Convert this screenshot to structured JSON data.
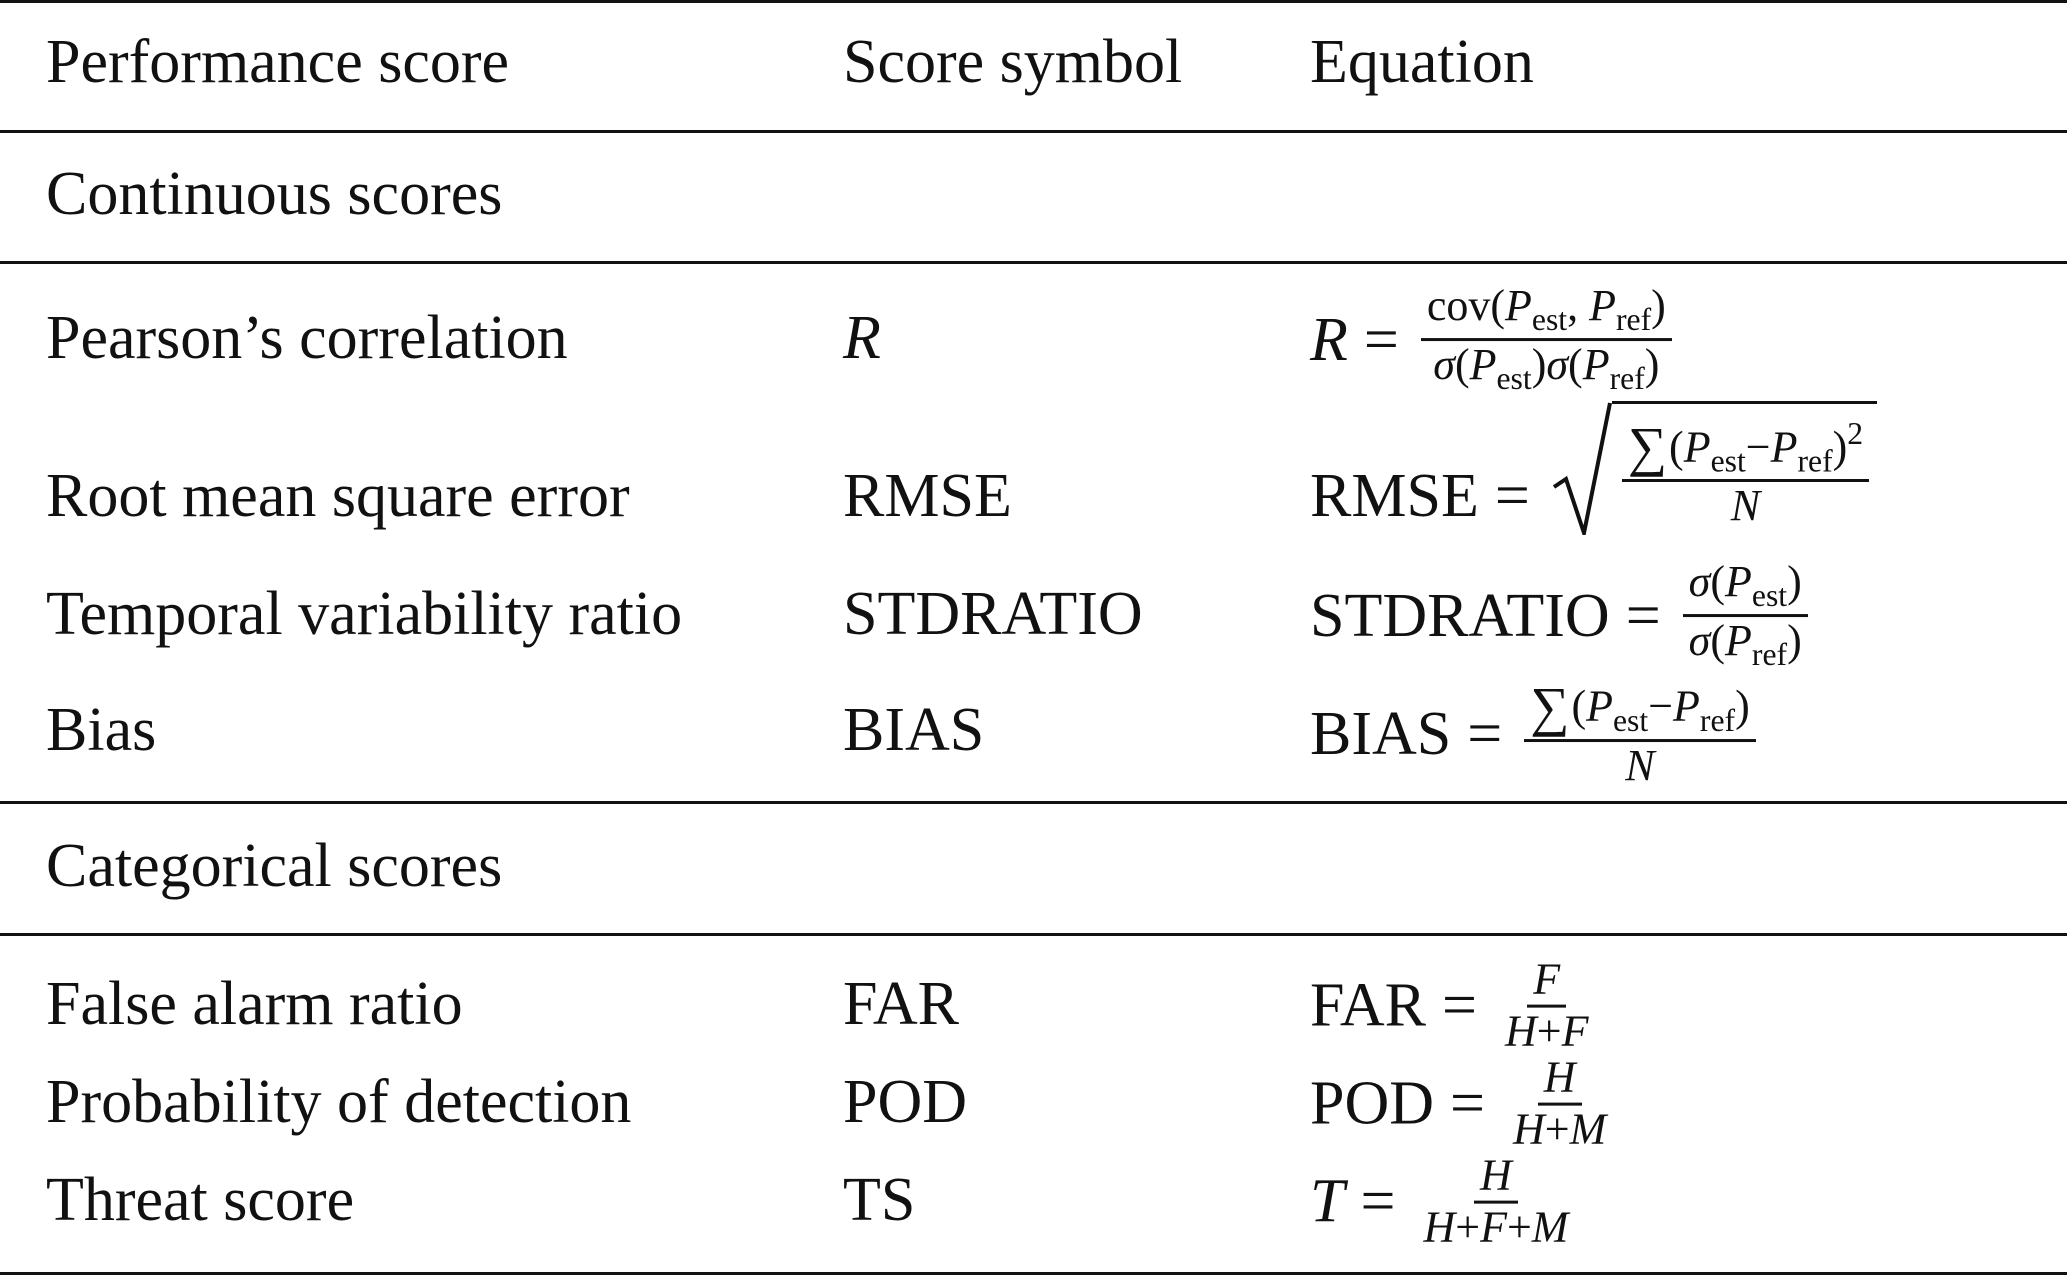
{
  "table": {
    "headers": [
      "Performance score",
      "Score symbol",
      "Equation"
    ],
    "sections": [
      {
        "title": "Continuous scores",
        "rows": [
          {
            "name": "Pearson’s correlation",
            "symbol": "R",
            "equation": {
              "lhs": "R",
              "rel": "=",
              "num": "cov(P_est, P_ref)",
              "den": "σ(P_est)σ(P_ref)"
            }
          },
          {
            "name": "Root mean square error",
            "symbol": "RMSE",
            "equation": {
              "lhs": "RMSE",
              "rel": "=",
              "sqrt": true,
              "num": "∑(P_est − P_ref)^2",
              "den": "N"
            }
          },
          {
            "name": "Temporal variability ratio",
            "symbol": "STDRATIO",
            "equation": {
              "lhs": "STDRATIO",
              "rel": "=",
              "num": "σ(P_est)",
              "den": "σ(P_ref)"
            }
          },
          {
            "name": "Bias",
            "symbol": "BIAS",
            "equation": {
              "lhs": "BIAS",
              "rel": "=",
              "num": "∑(P_est − P_ref)",
              "den": "N"
            }
          }
        ]
      },
      {
        "title": "Categorical scores",
        "rows": [
          {
            "name": "False alarm ratio",
            "symbol": "FAR",
            "equation": {
              "lhs": "FAR",
              "rel": "=",
              "num": "F",
              "den": "H + F"
            }
          },
          {
            "name": "Probability of detection",
            "symbol": "POD",
            "equation": {
              "lhs": "POD",
              "rel": "=",
              "num": "H",
              "den": "H + M"
            }
          },
          {
            "name": "Threat score",
            "symbol": "TS",
            "equation": {
              "lhs": "T",
              "rel": "=",
              "num": "H",
              "den": "H + F + M"
            }
          }
        ]
      }
    ],
    "math_tokens": {
      "P": "P",
      "est": "est",
      "ref": "ref",
      "cov": "cov",
      "sigma": "σ",
      "sum": "∑",
      "minus": "−",
      "plus": "+",
      "comma": ",",
      "lparen": "(",
      "rparen": ")",
      "two": "2",
      "N": "N",
      "H": "H",
      "F": "F",
      "M": "M"
    }
  }
}
